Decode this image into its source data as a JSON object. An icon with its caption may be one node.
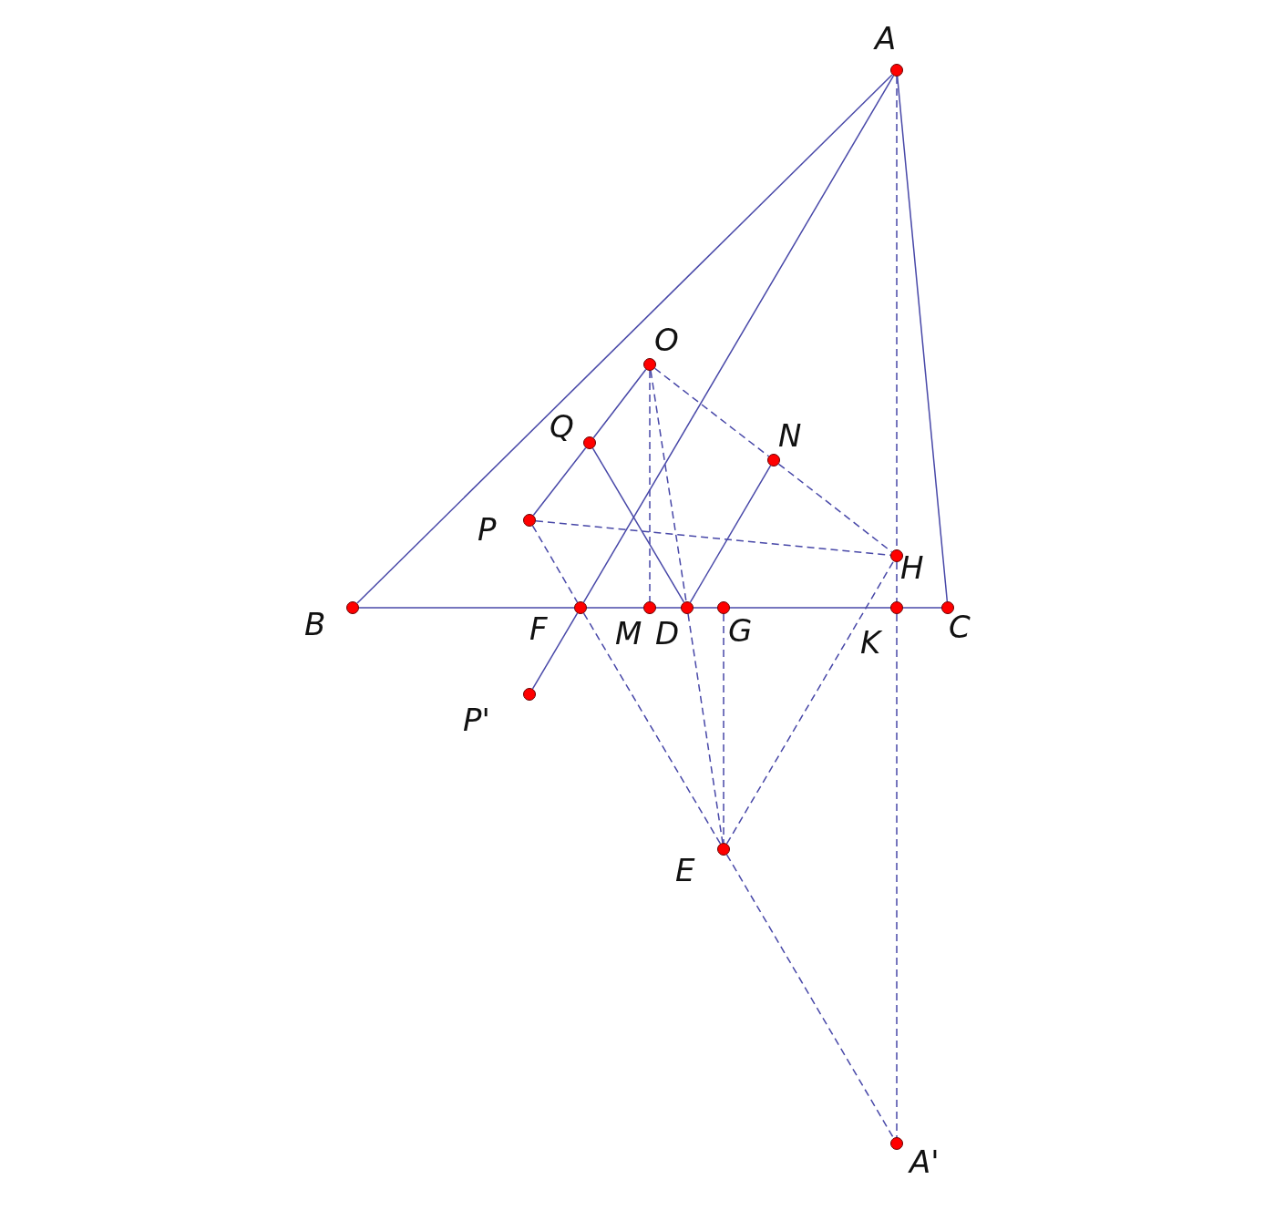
{
  "diagram": {
    "nodes": [
      {
        "text": [
          "A"
        ]
      },
      {
        "text": [
          "O"
        ]
      },
      {
        "text": [
          "Q"
        ]
      },
      {
        "text": [
          "N"
        ]
      },
      {
        "text": [
          "P"
        ]
      },
      {
        "text": [
          "H"
        ]
      },
      {
        "text": [
          "B"
        ]
      },
      {
        "text": [
          "F"
        ]
      },
      {
        "text": [
          "M"
        ]
      },
      {
        "text": [
          "D"
        ]
      },
      {
        "text": [
          "G"
        ]
      },
      {
        "text": [
          "K"
        ]
      },
      {
        "text": [
          "C"
        ]
      },
      {
        "text": [
          "P'"
        ]
      },
      {
        "text": [
          "E"
        ]
      },
      {
        "text": [
          "A'"
        ]
      }
    ],
    "edges": [
      {
        "from": 6,
        "to": 7,
        "arrow": "none"
      },
      {
        "from": 7,
        "to": 8,
        "arrow": "none"
      },
      {
        "from": 8,
        "to": 9,
        "arrow": "none"
      },
      {
        "from": 9,
        "to": 10,
        "arrow": "none"
      },
      {
        "from": 10,
        "to": 11,
        "arrow": "none"
      },
      {
        "from": 11,
        "to": 12,
        "arrow": "none"
      },
      {
        "from": 0,
        "to": 6,
        "arrow": "none"
      },
      {
        "from": 0,
        "to": 12,
        "arrow": "none"
      },
      {
        "from": 0,
        "to": 7,
        "arrow": "none"
      },
      {
        "from": 7,
        "to": 13,
        "arrow": "none"
      },
      {
        "from": 1,
        "to": 2,
        "arrow": "none"
      },
      {
        "from": 2,
        "to": 4,
        "arrow": "none"
      },
      {
        "from": 2,
        "to": 9,
        "arrow": "none"
      },
      {
        "from": 9,
        "to": 3,
        "arrow": "none"
      },
      {
        "from": 1,
        "to": 8,
        "arrow": "none",
        "style": "dashed"
      },
      {
        "from": 1,
        "to": 9,
        "arrow": "none",
        "style": "dashed"
      },
      {
        "from": 9,
        "to": 14,
        "arrow": "none",
        "style": "dashed"
      },
      {
        "from": 1,
        "to": 3,
        "arrow": "none",
        "style": "dashed"
      },
      {
        "from": 3,
        "to": 5,
        "arrow": "none",
        "style": "dashed"
      },
      {
        "from": 4,
        "to": 5,
        "arrow": "none",
        "style": "dashed"
      },
      {
        "from": 4,
        "to": 7,
        "arrow": "none",
        "style": "dashed"
      },
      {
        "from": 7,
        "to": 14,
        "arrow": "none",
        "style": "dashed"
      },
      {
        "from": 10,
        "to": 14,
        "arrow": "none",
        "style": "dashed"
      },
      {
        "from": 14,
        "to": 5,
        "arrow": "none",
        "style": "dashed"
      },
      {
        "from": 14,
        "to": 15,
        "arrow": "none",
        "style": "dashed"
      },
      {
        "from": 0,
        "to": 5,
        "arrow": "none",
        "style": "dashed"
      },
      {
        "from": 5,
        "to": 11,
        "arrow": "none",
        "style": "dashed"
      },
      {
        "from": 11,
        "to": 15,
        "arrow": "none",
        "style": "dashed"
      }
    ]
  }
}
